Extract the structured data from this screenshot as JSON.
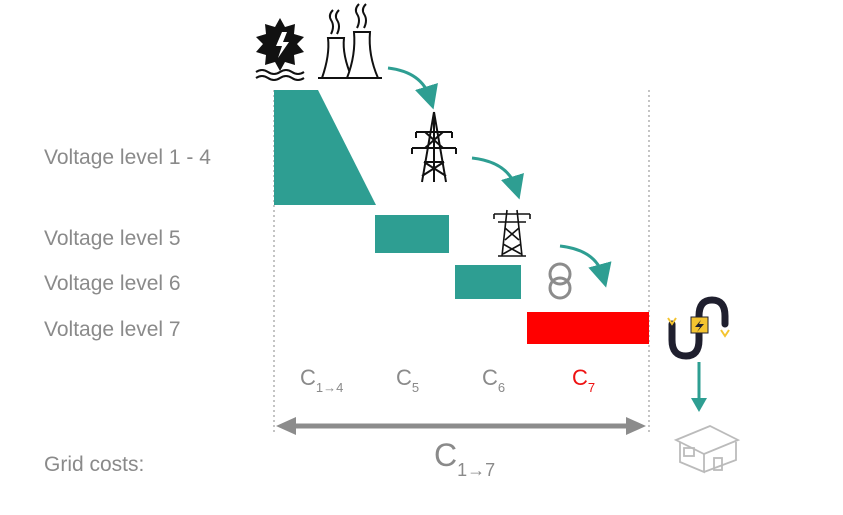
{
  "levels": {
    "l1": "Voltage level 1 - 4",
    "l5": "Voltage level 5",
    "l6": "Voltage level 6",
    "l7": "Voltage level 7"
  },
  "grid_costs_label": "Grid costs:",
  "cost_labels": {
    "c14": {
      "main": "C",
      "sub": "1→4"
    },
    "c5": {
      "main": "C",
      "sub": "5"
    },
    "c6": {
      "main": "C",
      "sub": "6"
    },
    "c7": {
      "main": "C",
      "sub": "7"
    },
    "c17": {
      "main": "C",
      "sub": "1→7"
    }
  },
  "colors": {
    "teal": "#2e9e92",
    "red": "#ff0000",
    "gray_text": "#8a8a8a",
    "arrow_gray": "#8c8c8c"
  },
  "icons": [
    "power-plant-gear-icon",
    "cooling-tower-icon",
    "transmission-tower-icon",
    "distribution-pylon-icon",
    "transformer-icon",
    "cable-icon",
    "house-icon"
  ]
}
